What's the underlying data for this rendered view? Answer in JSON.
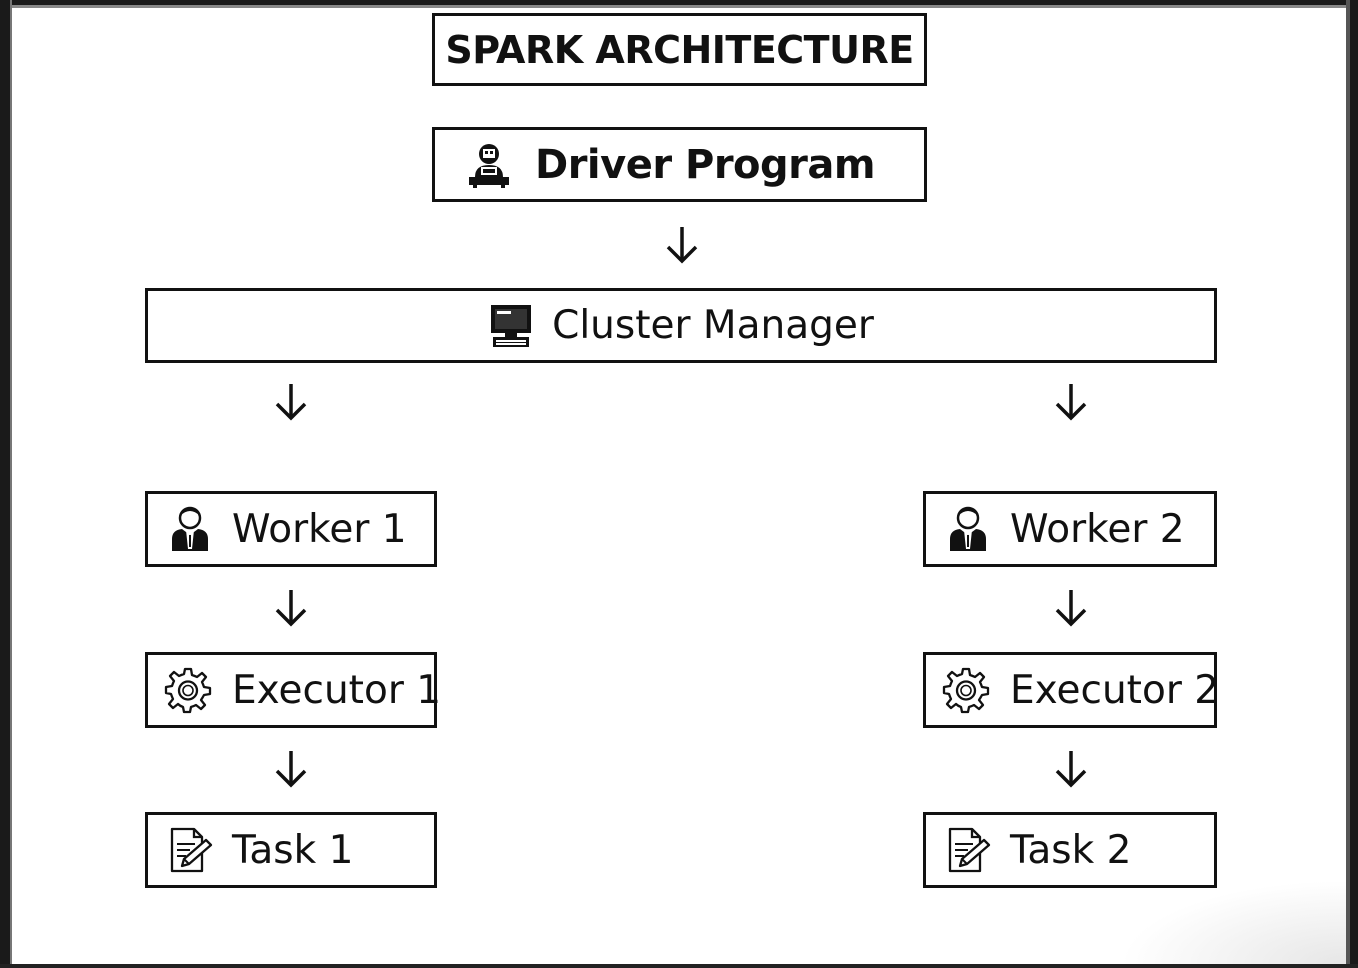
{
  "title": "SPARK ARCHITECTURE",
  "driver": {
    "label": "Driver Program",
    "icon": "operator-at-desk-icon"
  },
  "cluster_manager": {
    "label": "Cluster Manager",
    "icon": "computer-icon"
  },
  "branches": [
    {
      "worker": {
        "label": "Worker 1",
        "icon": "worker-person-icon"
      },
      "executor": {
        "label": "Executor 1",
        "icon": "gear-icon"
      },
      "task": {
        "label": "Task 1",
        "icon": "edit-document-icon"
      }
    },
    {
      "worker": {
        "label": "Worker 2",
        "icon": "worker-person-icon"
      },
      "executor": {
        "label": "Executor 2",
        "icon": "gear-icon"
      },
      "task": {
        "label": "Task 2",
        "icon": "edit-document-icon"
      }
    }
  ],
  "edges": [
    {
      "from": "Driver Program",
      "to": "Cluster Manager"
    },
    {
      "from": "Cluster Manager",
      "to": "Worker 1"
    },
    {
      "from": "Cluster Manager",
      "to": "Worker 2"
    },
    {
      "from": "Worker 1",
      "to": "Executor 1"
    },
    {
      "from": "Executor 1",
      "to": "Task 1"
    },
    {
      "from": "Worker 2",
      "to": "Executor 2"
    },
    {
      "from": "Executor 2",
      "to": "Task 2"
    }
  ],
  "colors": {
    "stroke": "#111111",
    "background": "#ffffff"
  }
}
